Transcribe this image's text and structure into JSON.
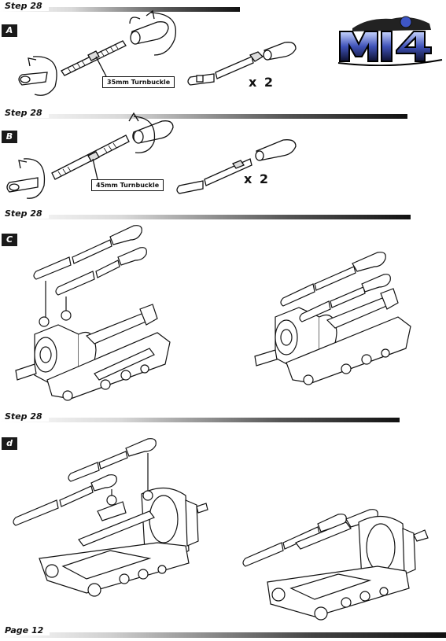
{
  "steps": [
    {
      "label": "Step 28",
      "badge": "A"
    },
    {
      "label": "Step 28",
      "badge": "B"
    },
    {
      "label": "Step 28",
      "badge": "C"
    },
    {
      "label": "Step 28",
      "badge": "d"
    }
  ],
  "callouts": {
    "a": "35mm Turnbuckle",
    "b": "45mm Turnbuckle"
  },
  "multiplier": "x 2",
  "logo_text": "MI4",
  "footer": {
    "page": "Page 12"
  }
}
